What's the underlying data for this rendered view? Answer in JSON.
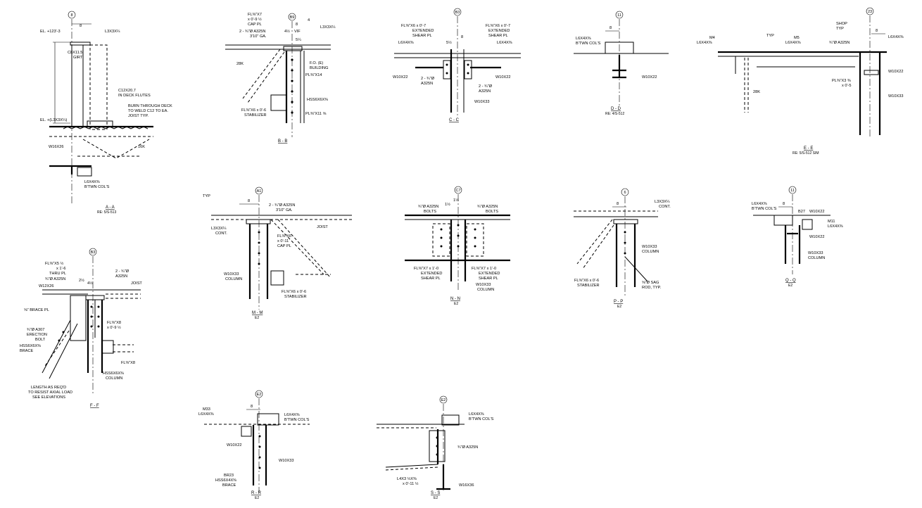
{
  "details": {
    "aa": {
      "bubble": "8",
      "title": "A - A",
      "ref": "RE: 5/S-513",
      "labels": [
        "EL. +123'-3",
        "L3X3X¼",
        "C8X11.5",
        "GIRT",
        "C12X20.7",
        "IN DECK FLUTES",
        "BURN THROUGH DECK",
        "TO WELD C12 TO EA.",
        "JOIST TYP.",
        "EL. +(L3X3X¼)",
        "W16X26",
        "16K",
        "L6X4X⅜",
        "B'TWN COL'S",
        "8"
      ]
    },
    "bb": {
      "bubble": "B9",
      "title": "B - B",
      "labels": [
        "FL⅜\"X7",
        "x 0'-9 ½",
        "CAP PL",
        "2 - ¾\"Ø A325N",
        "3'10\" GA.",
        "L3X3X¼",
        "28K",
        "F.O. (E)",
        "BUILDING",
        "PL⅜\"X14",
        "HSS6X6X⅜",
        "FL⅜\"X6 x 0'-6",
        "STABILIZER",
        "PL⅜\"X11 ⅝",
        "4½",
        "VIF",
        "8",
        "4",
        "5¼"
      ]
    },
    "cc": {
      "bubble": "B3",
      "title": "C - C",
      "labels": [
        "FL⅜\"X6 x 0'-7",
        "EXTENDED",
        "SHEAR PL",
        "FL⅜\"X6 x 0'-7",
        "EXTENDED",
        "SHEAR PL",
        "L6X4X⅜",
        "L6X4X⅜",
        "W10X22",
        "2 - ¾\"Ø",
        "A325N",
        "2 - ¾\"Ø",
        "A325N",
        "W10X22",
        "W10X33",
        "5½",
        "8"
      ]
    },
    "dd": {
      "bubble": "11",
      "title": "D - D",
      "ref": "RE: 4/S-512",
      "labels": [
        "L6X4X⅜",
        "B'TWN COL'S",
        "W10X22",
        "8"
      ]
    },
    "ee": {
      "bubble": "23",
      "title": "E - E",
      "ref": "RE: 5/S-512 SIM",
      "labels": [
        "M4",
        "L6X4X⅜",
        "TYP",
        "M5",
        "L6X4X⅜",
        "¾\"Ø A325N",
        "SHOP",
        "TYP",
        "L6X4X⅜",
        "W10X22",
        "PL⅜\"X3 ⅜",
        "x 0'-5",
        "W10X33",
        "28K",
        "8"
      ]
    },
    "ff": {
      "bubble": "B3",
      "title": "F - F",
      "labels": [
        "FL⅜\"X5 ½",
        "x 1'-6",
        "THRU PL",
        "¾\"Ø A325N",
        "2 - ¾\"Ø",
        "A325N",
        "W12X26",
        "JOIST",
        "⅝\" BRACE PL",
        "¾\"Ø A307",
        "ERECTION",
        "BOLT",
        "HSS6X6X⅜",
        "BRACE",
        "FL⅜\"X8",
        "x 0'-9 ½",
        "FL⅜\"X8",
        "HSS6X6X⅜",
        "COLUMN",
        "LENGTH AS REQ'D",
        "TO RESIST AXIAL LOAD",
        "SEE ELEVATIONS",
        "4½",
        "2½"
      ]
    },
    "mm": {
      "bubble": "A1",
      "title": "M - M",
      "ref": "E2",
      "labels": [
        "TYP",
        "2 - ¾\"Ø A325N",
        "3'10\" GA.",
        "JOIST",
        "L3X3X¼",
        "CONT.",
        "FL⅜\"X6",
        "x 0'-11",
        "CAP PL",
        "W10X33",
        "COLUMN",
        "FL⅜\"X6 x 0'-6",
        "STABILIZER",
        "8"
      ]
    },
    "nn": {
      "bubble": "C7",
      "title": "N - N",
      "ref": "E2",
      "labels": [
        "¾\"Ø A325N",
        "BOLTS",
        "¾\"Ø A325N",
        "BOLTS",
        "FL⅜\"X7 x 1'-0",
        "EXTENDED",
        "SHEAR PL",
        "FL⅜\"X7 x 1'-0",
        "EXTENDED",
        "SHEAR PL",
        "W10X33",
        "COLUMN",
        "1½",
        "1½"
      ]
    },
    "pp": {
      "bubble": "6",
      "title": "P - P",
      "ref": "E2",
      "labels": [
        "L3X3X¼",
        "CONT.",
        "W10X33",
        "COLUMN",
        "FL⅜\"X6 x 0'-6",
        "STABILIZER",
        "⅝\"Ø SAG",
        "ROD, TYP.",
        "8"
      ]
    },
    "qq": {
      "bubble": "11",
      "title": "Q - Q",
      "ref": "E2",
      "labels": [
        "L6X4X⅜",
        "B'TWN COL'S",
        "B27",
        "W10X22",
        "M11",
        "L6X4X⅜",
        "W10X22",
        "W10X33",
        "COLUMN",
        "8"
      ]
    },
    "rr": {
      "bubble": "E2",
      "title": "R - R",
      "ref": "E2",
      "labels": [
        "M33",
        "L6X4X⅜",
        "L6X4X⅜",
        "B'TWN COL'S",
        "W10X22",
        "W10X33",
        "BR23",
        "HSS6X4X⅜",
        "BRACE",
        "8"
      ]
    },
    "ss": {
      "bubble": "E2",
      "title": "S - S",
      "ref": "E2",
      "labels": [
        "L6X4X⅜",
        "B'TWN COL'S",
        "¾\"Ø A325N",
        "L4X3 ½X⅜",
        "x 0'-11 ½",
        "W16X36"
      ]
    }
  }
}
